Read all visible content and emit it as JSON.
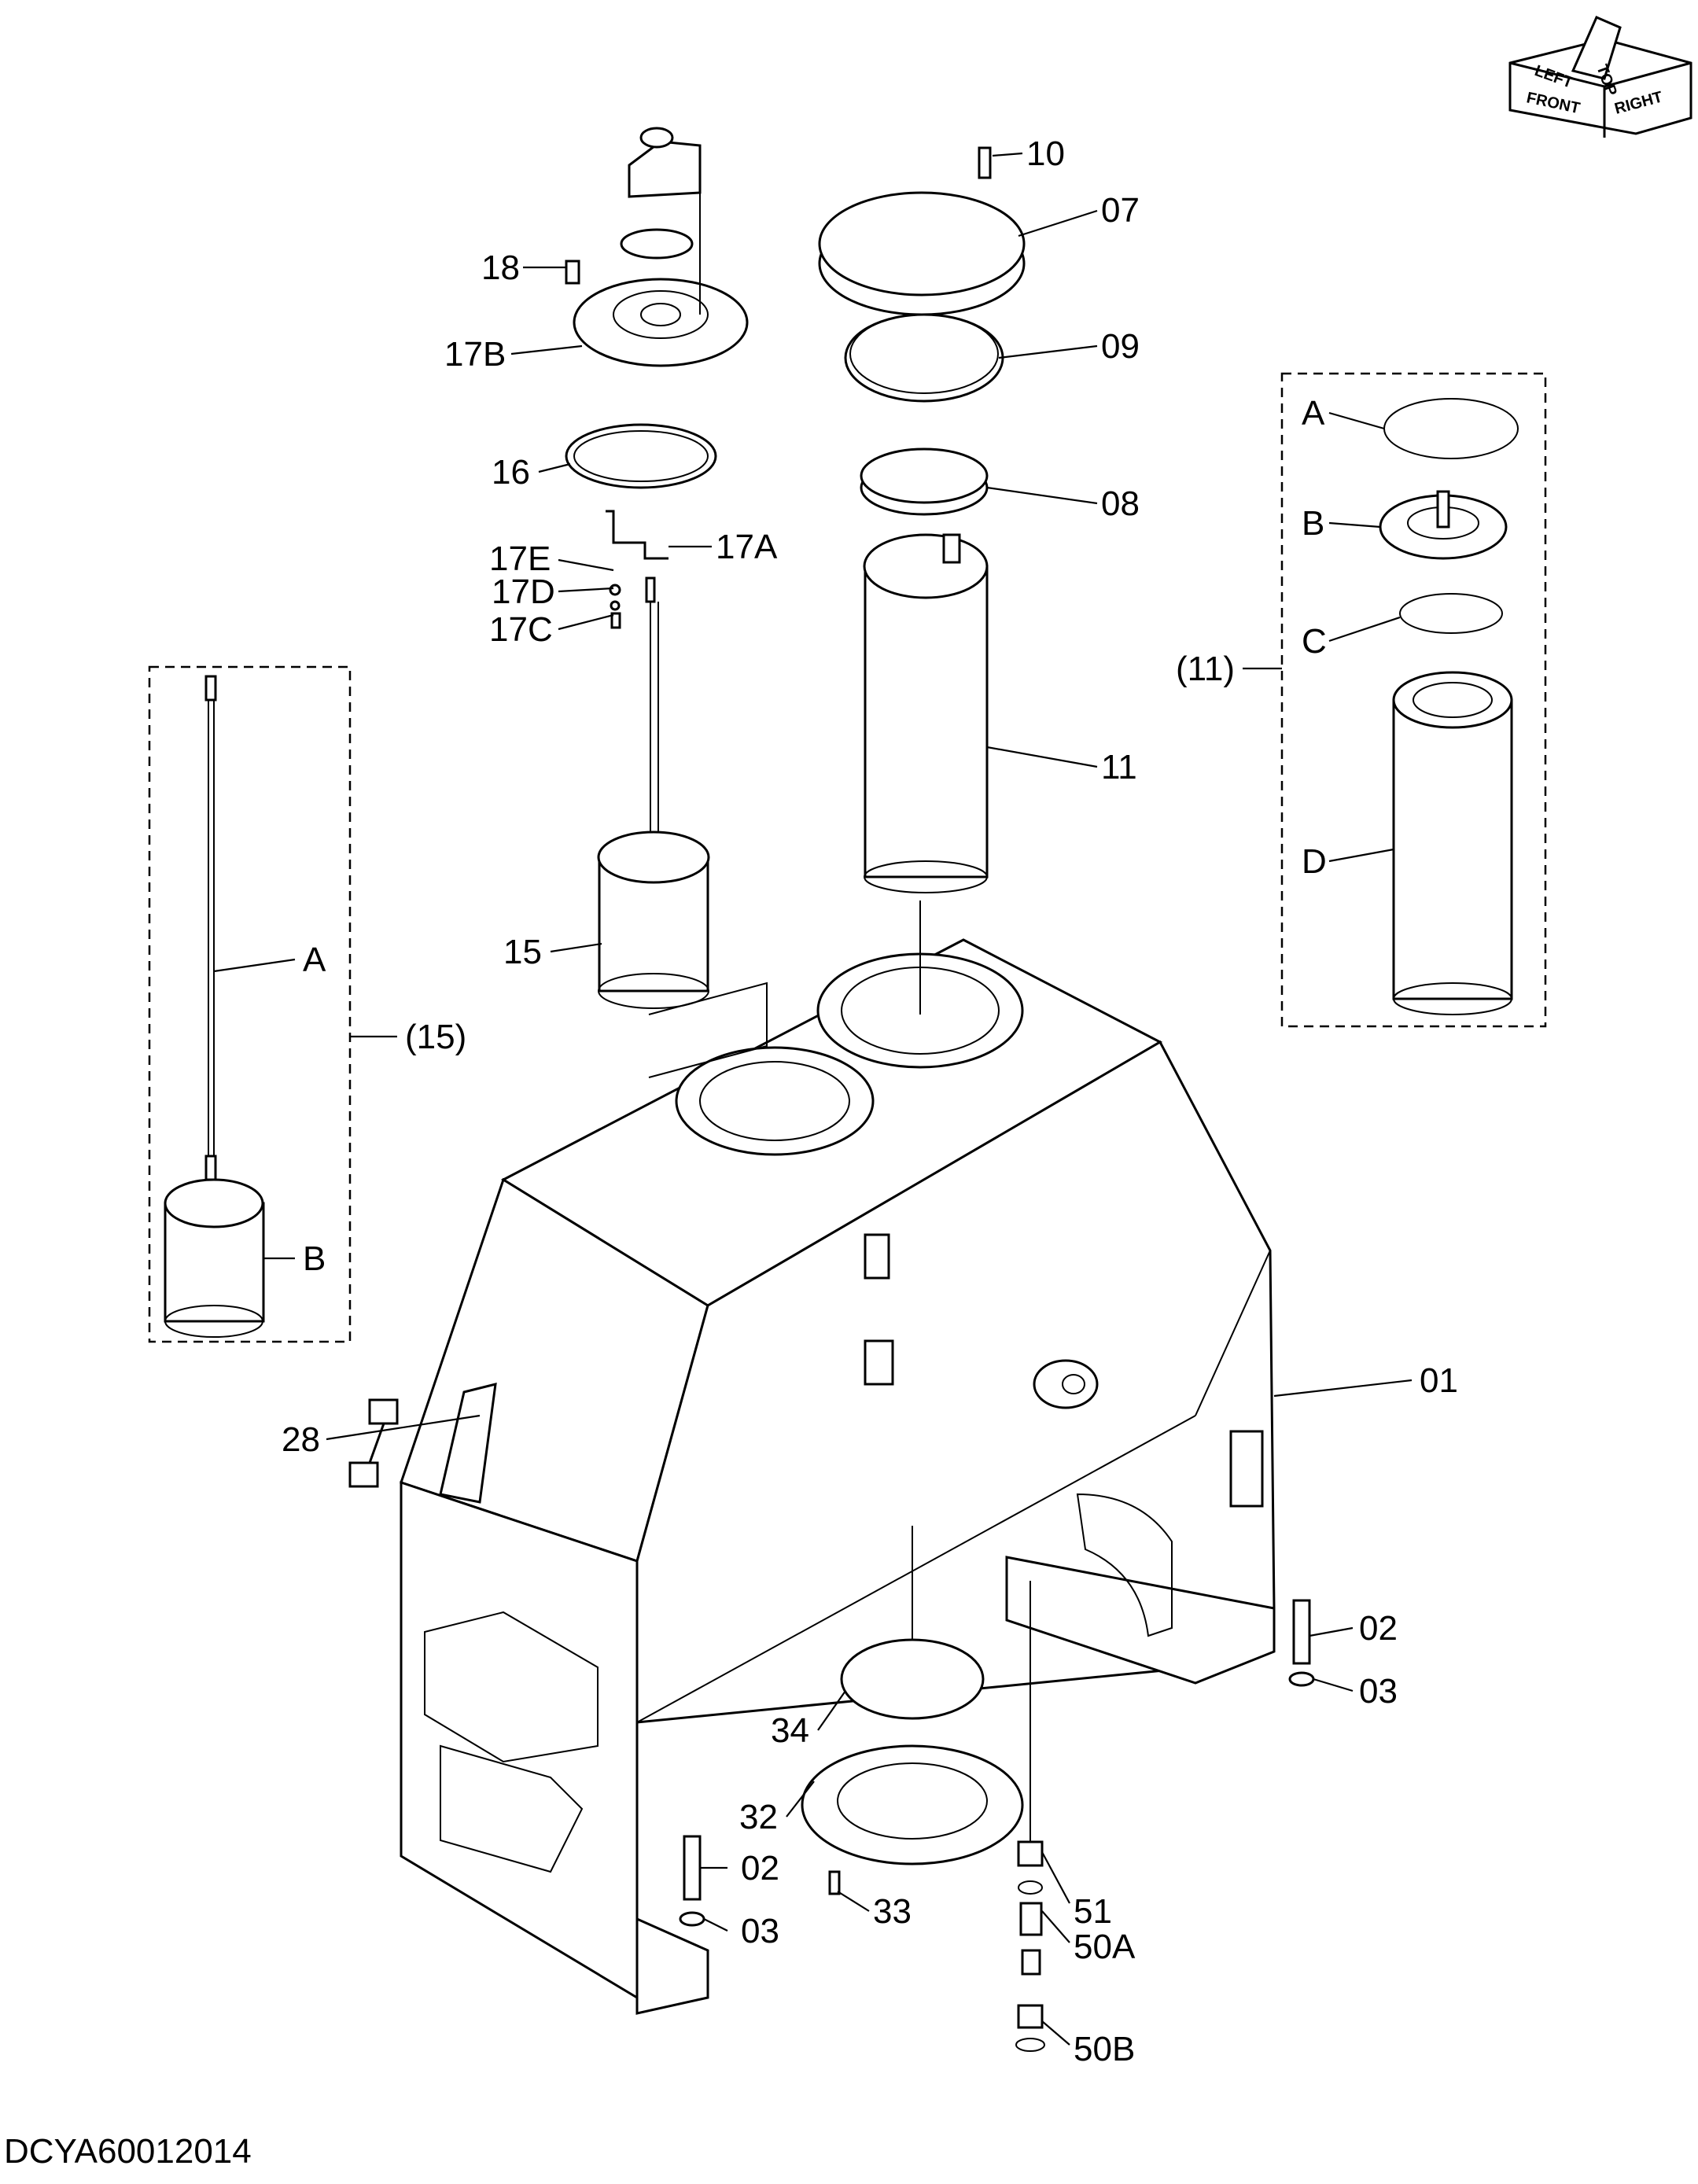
{
  "orientation": {
    "front": "FRONT",
    "top": "TOP",
    "left": "LEFT",
    "right": "RIGHT"
  },
  "drawing_code": "DCYA60012014",
  "callouts": {
    "c10": "10",
    "c07": "07",
    "c09": "09",
    "c08": "08",
    "c11": "11",
    "c18": "18",
    "c17B": "17B",
    "c16": "16",
    "c17A": "17A",
    "c17E": "17E",
    "c17D": "17D",
    "c17C": "17C",
    "c15": "15",
    "c01": "01",
    "c28": "28",
    "c34": "34",
    "c32": "32",
    "c33": "33",
    "c51": "51",
    "c50A": "50A",
    "c50B": "50B",
    "c02a": "02",
    "c03a": "03",
    "c02b": "02",
    "c03b": "03"
  },
  "kit11": {
    "label": "(11)",
    "a": "A",
    "b": "B",
    "c": "C",
    "d": "D"
  },
  "kit15": {
    "label": "(15)",
    "a": "A",
    "b": "B"
  }
}
